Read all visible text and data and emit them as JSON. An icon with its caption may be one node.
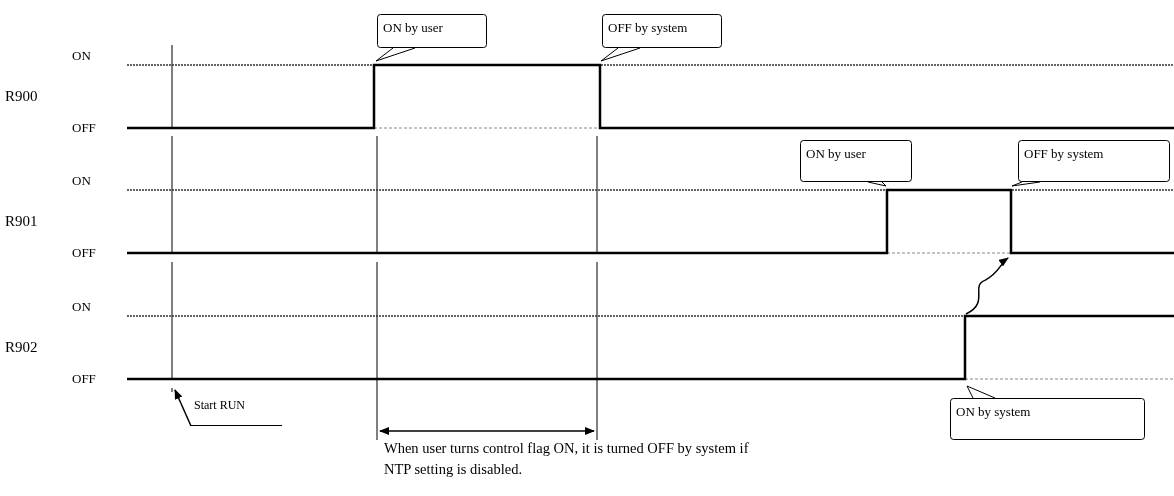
{
  "diagram": {
    "nodes": [
      {
        "text": [],
        "shape": "waveform",
        "beside": [
          "R900",
          "ON",
          "OFF"
        ]
      },
      {
        "text": [
          "ON by user"
        ]
      },
      {
        "text": [
          "OFF by system"
        ]
      },
      {
        "text": [],
        "shape": "waveform",
        "beside": [
          "R901",
          "ON",
          "OFF"
        ]
      },
      {
        "text": [
          "ON by user"
        ]
      },
      {
        "text": [
          "OFF by system"
        ]
      },
      {
        "text": [],
        "shape": "waveform",
        "beside": [
          "R902",
          "ON",
          "OFF"
        ]
      },
      {
        "text": [
          "ON by system"
        ]
      },
      {
        "text": [
          "Start RUN"
        ]
      }
    ],
    "edges": [
      {
        "from": 6,
        "to": 3,
        "arrow": "to"
      },
      {
        "from": 8,
        "to": null,
        "arrow": "to"
      }
    ],
    "labels": [
      "When user turns control flag ON, it is turned OFF by system if NTP setting is disabled."
    ]
  }
}
